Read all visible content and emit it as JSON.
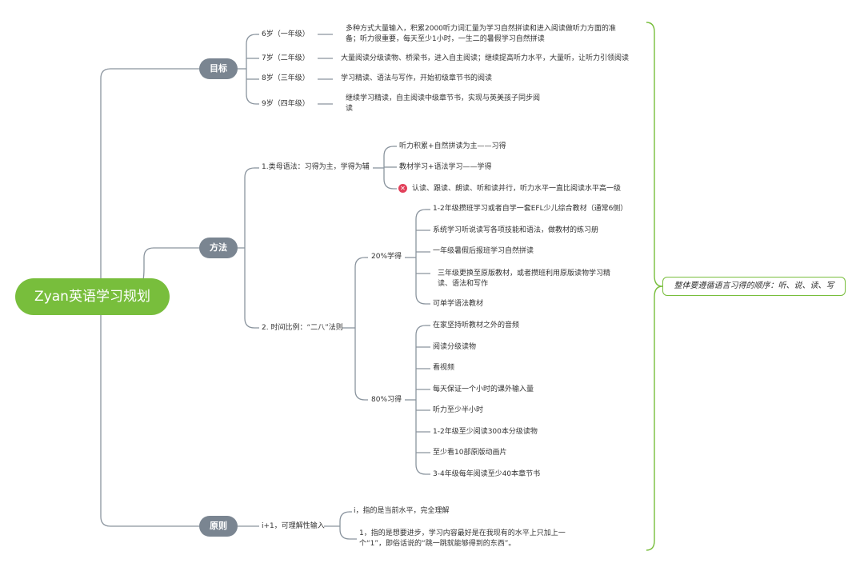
{
  "root": {
    "label": "Zyan英语学习规划"
  },
  "summary": "整体要遵循语言习得的顺序：听、说、读、写",
  "goals": {
    "label": "目标",
    "items": [
      {
        "age": "6岁（一年级）",
        "desc": "多种方式大量输入，积累2000听力词汇量为学习自然拼读和进入阅读做听力方面的准备；听力很重要，每天至少1小时，一生二的暑假学习自然拼读"
      },
      {
        "age": "7岁（二年级）",
        "desc": "大量阅读分级读物、桥梁书，进入自主阅读；继续提高听力水平，大量听，让听力引领阅读"
      },
      {
        "age": "8岁（三年级）",
        "desc": "学习精读、语法与写作，开始初级章节书的阅读"
      },
      {
        "age": "9岁（四年级）",
        "desc": "继续学习精读，自主阅读中级章节书，实现与英美孩子同步阅读"
      }
    ]
  },
  "methods": {
    "label": "方法",
    "m1": {
      "label": "1.类母语法：习得为主，学得为辅",
      "items": [
        "听力积累+自然拼读为主——习得",
        "教材学习+语法学习——学得",
        "认读、跟读、朗读、听和读并行，听力水平一直比阅读水平高一级"
      ],
      "warn_icon": "warning-icon"
    },
    "m2": {
      "label": "2. 时间比例：“二八”法则",
      "g20": {
        "label": "20%学得",
        "items": [
          "1-2年级攒班学习或者自学一套EFL少儿综合教材（通常6侧）",
          "系统学习听说读写各项技能和语法，做教材的练习册",
          "一年级暑假后报班学习自然拼读",
          "三年级更换至原版教材，或者攒班利用原版读物学习精读、语法和写作",
          "可单学语法教材"
        ]
      },
      "g80": {
        "label": "80%习得",
        "items": [
          "在家坚持听教材之外的音频",
          "阅读分级读物",
          "看视频",
          "每天保证一个小时的课外输入量",
          "听力至少半小时",
          "1-2年级至少阅读300本分级读物",
          "至少看10部原版动画片",
          "3-4年级每年阅读至少40本章节书"
        ]
      }
    }
  },
  "principle": {
    "label": "原则",
    "sub": "i+1，可理解性输入",
    "items": [
      "i，指的是当前水平，完全理解",
      "1，指的是想要进步，学习内容最好是在我现有的水平上只加上一个“1”，即俗话说的“跳一跳就能够得到的东西”。"
    ]
  },
  "colors": {
    "root": "#78be3c",
    "pill": "#7a8591",
    "line": "#8a949e",
    "summary_bracket": "#78be3c"
  }
}
